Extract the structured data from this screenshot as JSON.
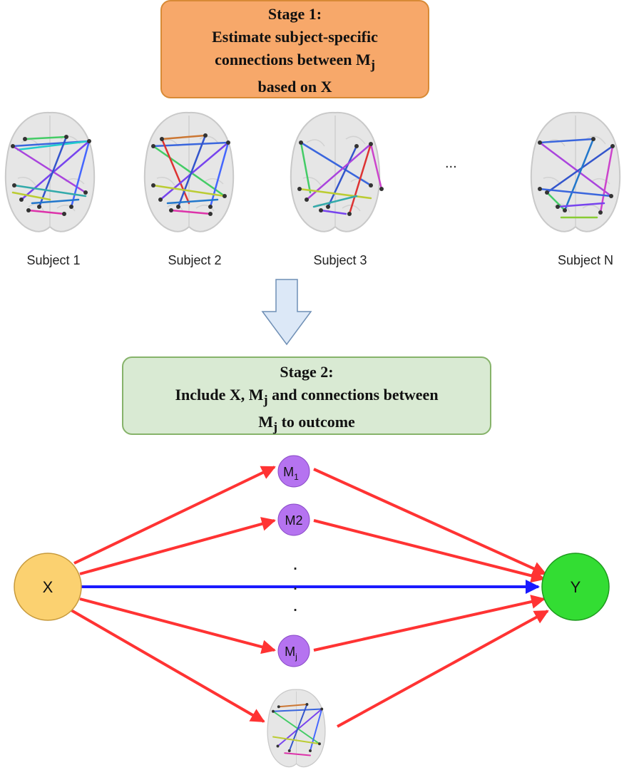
{
  "stage1": {
    "line1": "Stage 1:",
    "line2": "Estimate subject-specific",
    "line3_pre": "connections between M",
    "line3_sub": "j",
    "line4": "based on X"
  },
  "subjects": [
    "Subject 1",
    "Subject 2",
    "Subject 3",
    "Subject N"
  ],
  "ellipsis": "...",
  "stage2": {
    "line1": "Stage 2:",
    "line2_pre": "Include X, M",
    "line2_sub": "j",
    "line2_post": " and connections between",
    "line3_pre": "M",
    "line3_sub": "j",
    "line3_post": " to outcome"
  },
  "graph": {
    "x_label": "X",
    "y_label": "Y",
    "m1_main": "M",
    "m1_sub": "1",
    "m2_label": "M2",
    "mj_main": "M",
    "mj_sub": "j",
    "vdots": [
      "·",
      "·",
      "·"
    ]
  },
  "colors": {
    "stage1_fill": "#f7a86a",
    "stage2_fill": "#d9ead3",
    "arrow_down_fill": "#dce8f7",
    "x_node": "#fbd170",
    "y_node": "#33dd33",
    "mediator": "#b573f0",
    "path_arrow": "#ff3333",
    "direct_arrow": "#1a1aff"
  }
}
